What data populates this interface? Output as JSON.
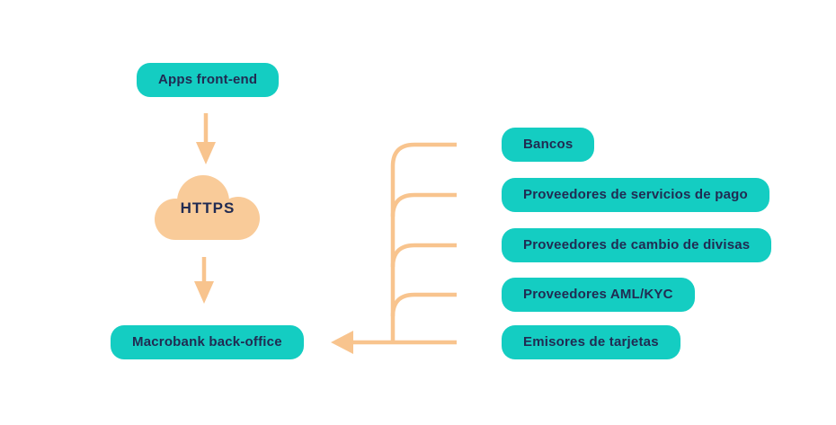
{
  "palette": {
    "teal": "#14CDC2",
    "navy": "#212B52",
    "orange_line": "#F8C48E",
    "orange_cloud": "#F9CB99",
    "background": "#FFFFFF"
  },
  "flow": {
    "front_end": {
      "label": "Apps front-end"
    },
    "protocol": {
      "label": "HTTPS"
    },
    "back_office": {
      "label": "Macrobank back-office"
    }
  },
  "providers": [
    {
      "label": "Bancos"
    },
    {
      "label": "Proveedores de servicios de pago"
    },
    {
      "label": "Proveedores de cambio de divisas"
    },
    {
      "label": "Proveedores AML/KYC"
    },
    {
      "label": "Emisores de tarjetas"
    }
  ]
}
